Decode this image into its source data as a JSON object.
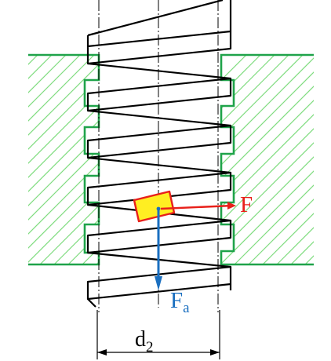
{
  "labels": {
    "force": "F",
    "axial_force_main": "F",
    "axial_force_sub": "a",
    "diameter_main": "d",
    "diameter_sub": "2"
  },
  "colors": {
    "outline": "#000000",
    "housing": "#1fa34a",
    "hatch": "#7fdc7f",
    "load_block_fill": "#ffee22",
    "load_block_stroke": "#e8201a",
    "force": "#e8201a",
    "axial_force": "#1a6fc0",
    "background": "#ffffff"
  },
  "icons": {
    "axial_arrow": "arrow-down-icon",
    "force_arrow": "arrow-right-icon"
  }
}
